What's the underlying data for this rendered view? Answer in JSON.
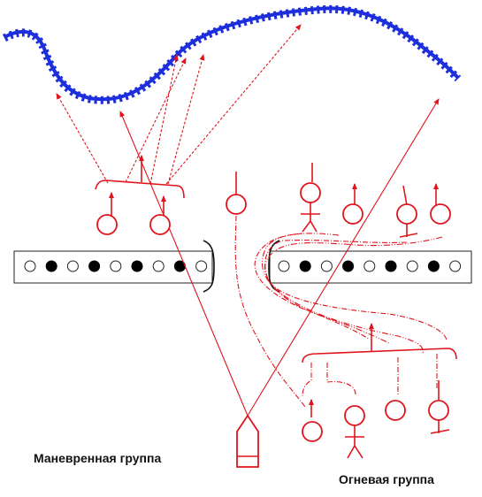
{
  "labels": {
    "maneuver_group": "Маневренная группа",
    "fire_group": "Огневая группа"
  },
  "colors": {
    "enemy_line": "#1d2fdc",
    "own_forces": "#e0141c",
    "wall_outline": "#222222"
  },
  "embrasures": {
    "left_wall": [
      "open",
      "filled",
      "open",
      "filled",
      "open",
      "filled",
      "open",
      "filled",
      "open"
    ],
    "right_wall": [
      "open",
      "filled",
      "open",
      "filled",
      "open",
      "filled",
      "open",
      "filled",
      "open"
    ]
  },
  "icons": [
    "soldier-icon",
    "commander-icon",
    "weapon-icon",
    "vehicle-icon"
  ]
}
